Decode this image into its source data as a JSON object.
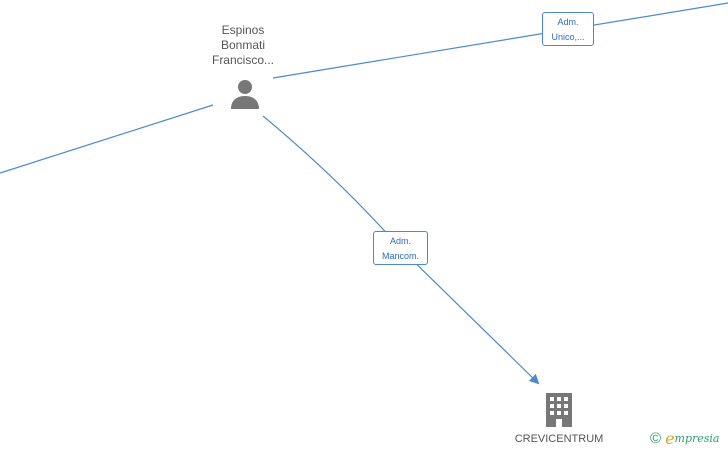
{
  "person": {
    "name_lines": [
      "Espinos",
      "Bonmati",
      "Francisco..."
    ],
    "icon": "person-icon"
  },
  "edges": [
    {
      "label_lines": [
        "Adm.",
        "Unico,..."
      ]
    },
    {
      "label_lines": [
        "Adm.",
        "Mancom."
      ]
    }
  ],
  "company": {
    "name": "CREVICENTRUM",
    "icon": "building-icon"
  },
  "brand": {
    "copyright_symbol": "©",
    "initial": "e",
    "rest": "mpresia"
  },
  "colors": {
    "edge": "#4a8ad4",
    "edge_label_text": "#2a6ec8",
    "node_icon": "#777777",
    "node_text": "#555555",
    "brand_green": "#2aa36b",
    "brand_orange": "#e8a020"
  }
}
